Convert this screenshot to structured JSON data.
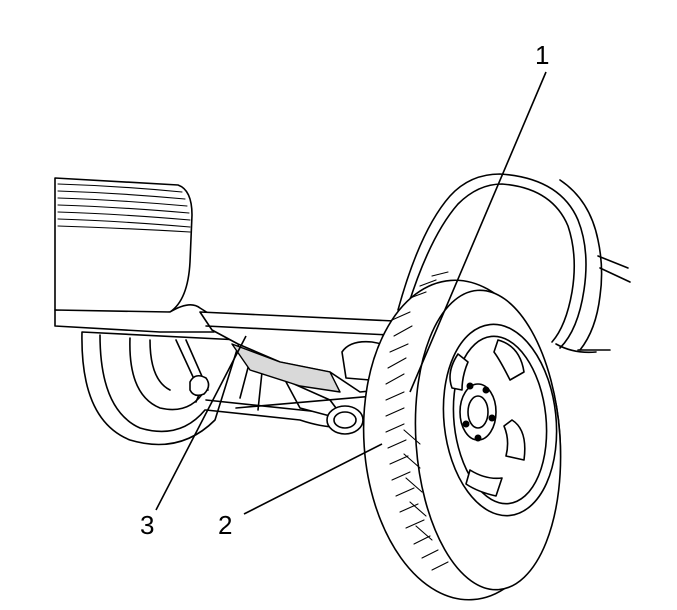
{
  "callouts": [
    {
      "id": "1",
      "label": "1"
    },
    {
      "id": "2",
      "label": "2"
    },
    {
      "id": "3",
      "label": "3"
    }
  ],
  "colors": {
    "line": "#000000",
    "background": "#ffffff",
    "shade": "#d9d9d9"
  }
}
